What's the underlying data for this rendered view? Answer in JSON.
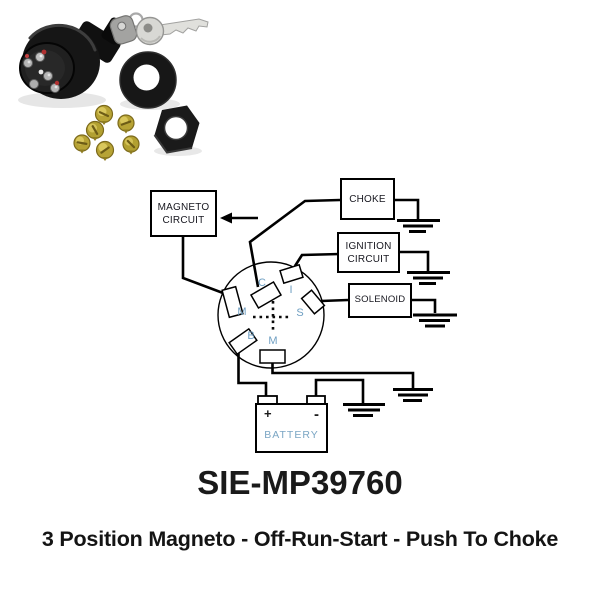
{
  "product": {
    "part_number": "SIE-MP39760",
    "description": "3 Position Magneto - Off-Run-Start - Push To Choke"
  },
  "diagram": {
    "boxes": {
      "magneto": {
        "line1": "MAGNETO",
        "line2": "CIRCUIT"
      },
      "choke": {
        "label": "CHOKE"
      },
      "ignition": {
        "line1": "IGNITION",
        "line2": "CIRCUIT"
      },
      "solenoid": {
        "label": "SOLENOID"
      },
      "battery": {
        "label": "BATTERY",
        "positive": "+",
        "negative": "-"
      }
    },
    "terminals": {
      "c": "C",
      "i": "I",
      "s": "S",
      "m_left": "M",
      "b": "B",
      "m_bottom": "M"
    }
  },
  "photo": {
    "parts": [
      "ignition-switch",
      "keys",
      "rubber-washer",
      "hex-nut",
      "brass-screws"
    ]
  },
  "colors": {
    "wire": "#000000",
    "box_border": "#000000",
    "box_label": "#17171f",
    "terminal_label": "#6f9fc2",
    "battery_label": "#7ba6c4",
    "title": "#1a1a1a",
    "brass": "#b7a335"
  }
}
